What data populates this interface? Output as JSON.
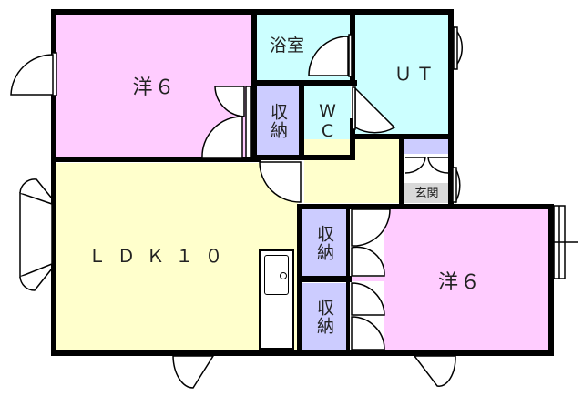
{
  "floor_plan": {
    "colors": {
      "bedroom": "#ffccff",
      "wet_area": "#ccffff",
      "storage": "#ccccff",
      "living": "#ffffcc",
      "entrance": "#d9d9d9",
      "wall": "#000000"
    },
    "rooms": {
      "western_room_1": {
        "label": "洋６"
      },
      "bathroom": {
        "label": "浴室"
      },
      "utility": {
        "label": "ＵＴ"
      },
      "storage_1": {
        "label": "収納"
      },
      "toilet": {
        "label_line1": "W",
        "label_line2": "C"
      },
      "entrance": {
        "label": "玄関"
      },
      "ldk": {
        "label": "ＬＤＫ１０"
      },
      "storage_2": {
        "label": "収納"
      },
      "storage_3": {
        "label": "収納"
      },
      "western_room_2": {
        "label": "洋６"
      }
    }
  }
}
